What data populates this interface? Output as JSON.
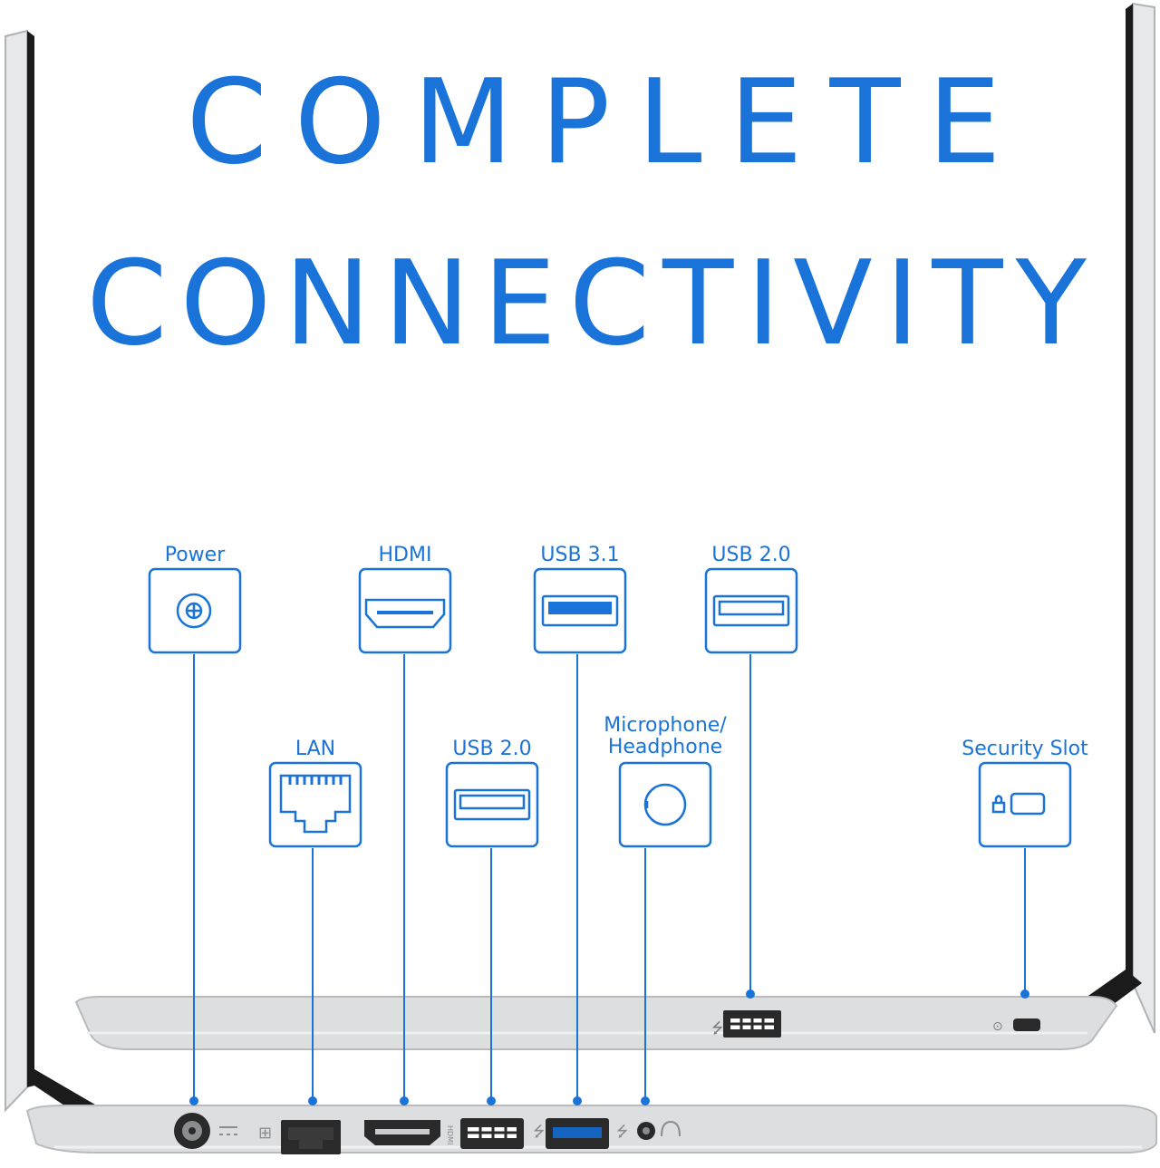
{
  "headline": {
    "line1": "COMPLETE",
    "line2": "CONNECTIVITY"
  },
  "colors": {
    "accent": "#1a73d9",
    "laptop_body": "#d9dadc",
    "laptop_edge": "#b8babd",
    "bezel": "#1b1b1b",
    "port": "#2a2a2a",
    "usb3_blue": "#1565c0"
  },
  "ports": [
    {
      "id": "power",
      "label": "Power",
      "icon": "power-jack-icon"
    },
    {
      "id": "hdmi",
      "label": "HDMI",
      "icon": "hdmi-port-icon"
    },
    {
      "id": "usb31",
      "label": "USB 3.1",
      "icon": "usb-3-1-port-icon"
    },
    {
      "id": "usb20-top",
      "label": "USB 2.0",
      "icon": "usb-2-0-port-icon"
    },
    {
      "id": "lan",
      "label": "LAN",
      "icon": "ethernet-port-icon"
    },
    {
      "id": "usb20-left",
      "label": "USB 2.0",
      "icon": "usb-2-0-port-icon"
    },
    {
      "id": "audio",
      "label": "Microphone/\nHeadphone",
      "label_line1": "Microphone/",
      "label_line2": "Headphone",
      "icon": "audio-jack-icon"
    },
    {
      "id": "security",
      "label": "Security Slot",
      "icon": "lock-slot-icon"
    }
  ]
}
